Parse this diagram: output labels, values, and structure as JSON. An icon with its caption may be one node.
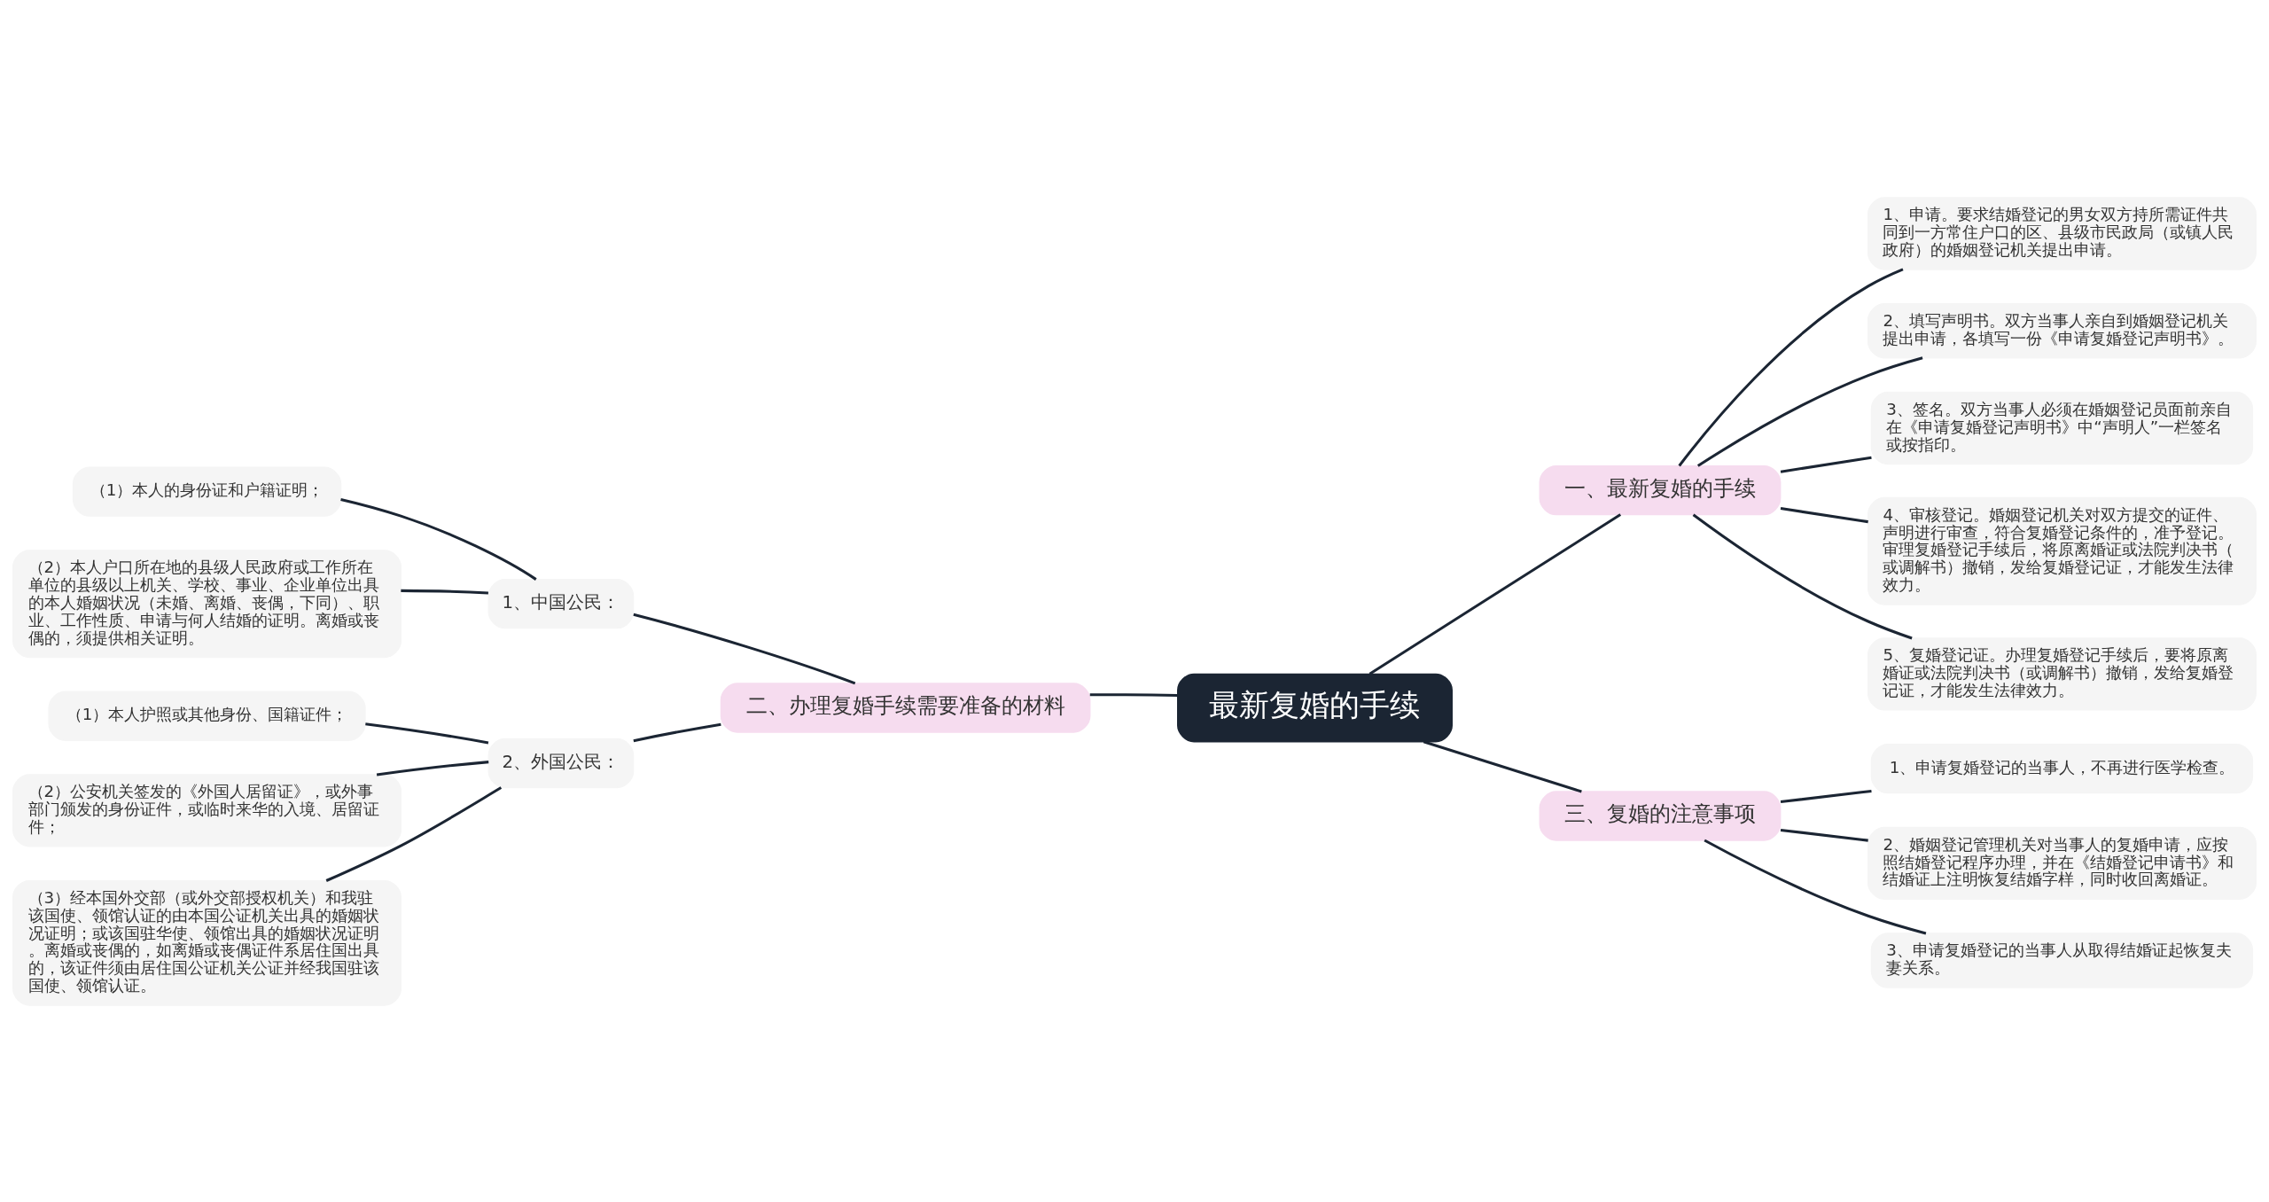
{
  "diagram": {
    "nodes": [
      {
        "text": [
          "最新复婚的手续"
        ]
      },
      {
        "text": [
          "一、最新复婚的手续"
        ]
      },
      {
        "text": [
          "1、申请。要求结婚登记的男女双方持所需证件共同到一方常住户口的区、县级市民政局（或镇人民政府）的婚姻登记机关提出申请。"
        ]
      },
      {
        "text": [
          "2、填写声明书。双方当事人亲自到婚姻登记机关提出申请，各填写一份《申请复婚登记声明书》。"
        ]
      },
      {
        "text": [
          "3、签名。双方当事人必须在婚姻登记员面前亲自在《申请复婚登记声明书》中“声明人”一栏签名或按指印。"
        ]
      },
      {
        "text": [
          "4、审核登记。婚姻登记机关对双方提交的证件、声明进行审查，符合复婚登记条件的，准予登记。审理复婚登记手续后，将原离婚证或法院判决书（或调解书）撤销，发给复婚登记证，才能发生法律效力。"
        ]
      },
      {
        "text": [
          "5、复婚登记证。办理复婚登记手续后，要将原离婚证或法院判决书（或调解书）撤销，发给复婚登记证，才能发生法律效力。"
        ]
      },
      {
        "text": [
          "二、办理复婚手续需要准备的材料"
        ]
      },
      {
        "text": [
          "1、中国公民："
        ]
      },
      {
        "text": [
          "（1）本人的身份证和户籍证明；"
        ]
      },
      {
        "text": [
          "（2）本人户口所在地的县级人民政府或工作所在单位的县级以上机关、学校、事业、企业单位出具的本人婚姻状况（未婚、离婚、丧偶，下同）、职业、工作性质、申请与何人结婚的证明。离婚或丧偶的，须提供相关证明。"
        ]
      },
      {
        "text": [
          "2、外国公民："
        ]
      },
      {
        "text": [
          "（1）本人护照或其他身份、国籍证件；"
        ]
      },
      {
        "text": [
          "（2）公安机关签发的《外国人居留证》，或外事部门颁发的身份证件，或临时来华的入境、居留证件；"
        ]
      },
      {
        "text": [
          "（3）经本国外交部（或外交部授权机关）和我驻该国使、领馆认证的由本国公证机关出具的婚姻状况证明；或该国驻华使、领馆出具的婚姻状况证明。离婚或丧偶的，如离婚或丧偶证件系居住国出具的，该证件须由居住国公证机关公证并经我国驻该国使、领馆认证。"
        ]
      },
      {
        "text": [
          "三、复婚的注意事项"
        ]
      },
      {
        "text": [
          "1、申请复婚登记的当事人，不再进行医学检查。"
        ]
      },
      {
        "text": [
          "2、婚姻登记管理机关对当事人的复婚申请，应按照结婚登记程序办理，并在《结婚登记申请书》和结婚证上注明恢复结婚字样，同时收回离婚证。"
        ]
      },
      {
        "text": [
          "3、申请复婚登记的当事人从取得结婚证起恢复夫妻关系。"
        ]
      }
    ],
    "edges": [
      {
        "from": 0,
        "to": 1,
        "arrow": "none"
      },
      {
        "from": 1,
        "to": 2,
        "arrow": "none"
      },
      {
        "from": 1,
        "to": 3,
        "arrow": "none"
      },
      {
        "from": 1,
        "to": 4,
        "arrow": "none"
      },
      {
        "from": 1,
        "to": 5,
        "arrow": "none"
      },
      {
        "from": 1,
        "to": 6,
        "arrow": "none"
      },
      {
        "from": 0,
        "to": 7,
        "arrow": "none"
      },
      {
        "from": 7,
        "to": 8,
        "arrow": "none"
      },
      {
        "from": 8,
        "to": 9,
        "arrow": "none"
      },
      {
        "from": 8,
        "to": 10,
        "arrow": "none"
      },
      {
        "from": 7,
        "to": 11,
        "arrow": "none"
      },
      {
        "from": 11,
        "to": 12,
        "arrow": "none"
      },
      {
        "from": 11,
        "to": 13,
        "arrow": "none"
      },
      {
        "from": 11,
        "to": 14,
        "arrow": "none"
      },
      {
        "from": 0,
        "to": 15,
        "arrow": "none"
      },
      {
        "from": 15,
        "to": 16,
        "arrow": "none"
      },
      {
        "from": 15,
        "to": 17,
        "arrow": "none"
      },
      {
        "from": 15,
        "to": 18,
        "arrow": "none"
      }
    ]
  }
}
